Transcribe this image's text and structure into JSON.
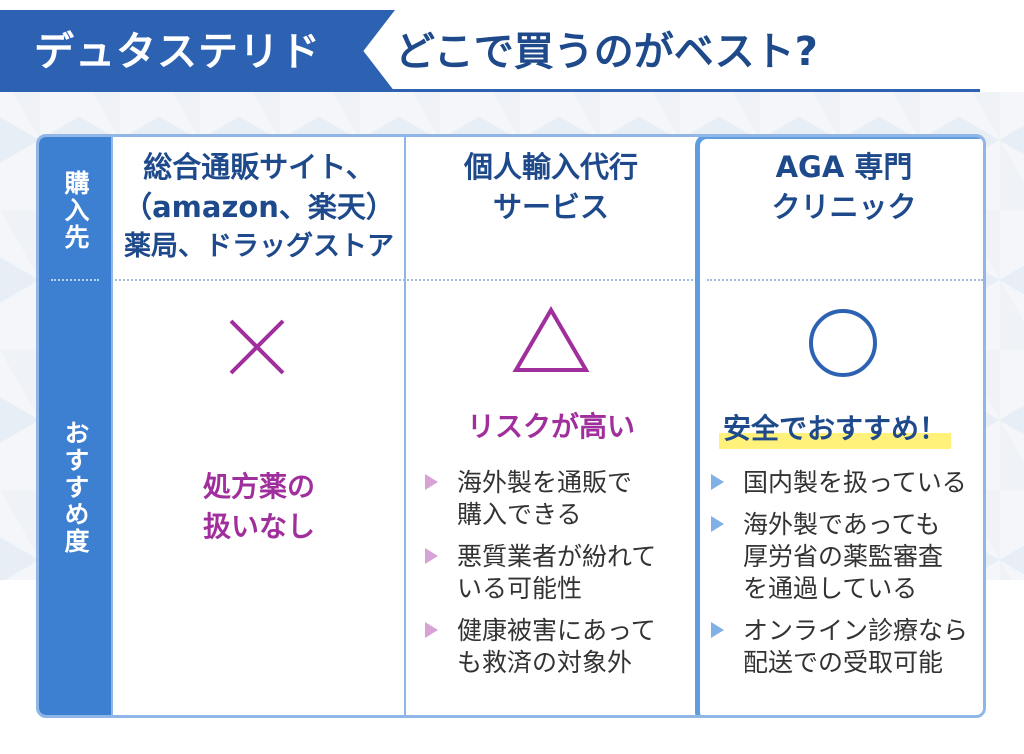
{
  "header": {
    "tag": "デュタステリド",
    "title": "どこで買うのがベスト?"
  },
  "rows": {
    "purchase_label": "購入先",
    "recommend_label": "おすすめ度"
  },
  "columns": [
    {
      "heading": [
        "総合通販サイト、",
        "（amazon、楽天）",
        "薬局、ドラッグストア"
      ],
      "mark": "×",
      "verdict": [
        "処方薬の",
        "扱いなし"
      ],
      "bullets": []
    },
    {
      "heading": [
        "個人輸入代行",
        "サービス"
      ],
      "mark": "△",
      "verdict": [
        "リスクが高い"
      ],
      "bullets": [
        [
          "海外製を通販で",
          "購入できる"
        ],
        [
          "悪質業者が紛れて",
          "いる可能性"
        ],
        [
          "健康被害にあって",
          "も救済の対象外"
        ]
      ]
    },
    {
      "heading": [
        "AGA 専門",
        "クリニック"
      ],
      "mark": "○",
      "verdict": [
        "安全でおすすめ！"
      ],
      "bullets": [
        [
          "国内製を扱っている"
        ],
        [
          "海外製であっても",
          "厚労省の薬監審査",
          "を通過している"
        ],
        [
          "オンライン診療なら",
          "配送での受取可能"
        ]
      ]
    }
  ],
  "colors": {
    "primary": "#2d62b2",
    "side": "#3d7fd1",
    "accent_purple": "#a02e9c",
    "bullet_purple": "#d7a2d6",
    "bullet_blue": "#7fb0e6",
    "highlight": "#fff17a"
  }
}
